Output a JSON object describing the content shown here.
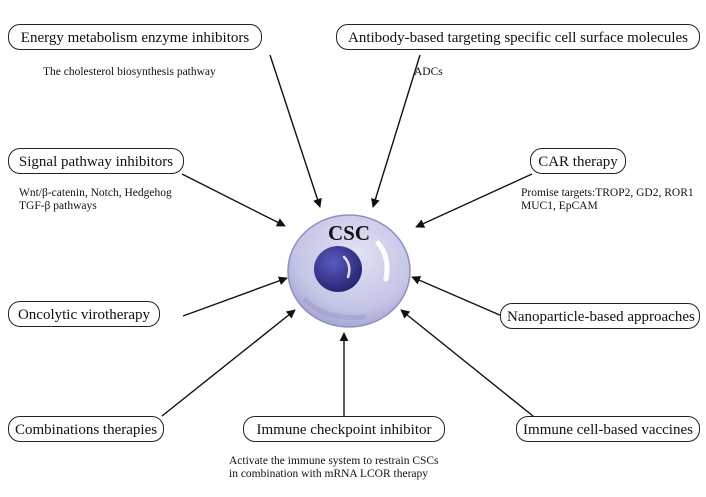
{
  "center": {
    "label": "CSC"
  },
  "boxes": {
    "energy": "Energy metabolism enzyme inhibitors",
    "antibody": "Antibody-based targeting specific cell surface molecules",
    "signal": "Signal pathway inhibitors",
    "car": "CAR therapy",
    "oncolytic": "Oncolytic virotherapy",
    "nanoparticle": "Nanoparticle-based approaches",
    "combinations": "Combinations therapies",
    "checkpoint": "Immune checkpoint inhibitor",
    "vaccines": "Immune cell-based vaccines"
  },
  "notes": {
    "energy": "The cholesterol biosynthesis pathway",
    "antibody": "ADCs",
    "signal_1": "Wnt/β-catenin, Notch, Hedgehog",
    "signal_2": "TGF-β pathways",
    "car_1": "Promise targets:TROP2, GD2, ROR1",
    "car_2": "MUC1, EpCAM",
    "checkpoint_1": "Activate the immune system to restrain CSCs",
    "checkpoint_2": "in combination with mRNA LCOR therapy"
  },
  "colors": {
    "cell_fill": "#c8c8e8",
    "cell_edge": "#8f8fc4",
    "nucleus": "#2e2e8e",
    "line": "#111111"
  }
}
